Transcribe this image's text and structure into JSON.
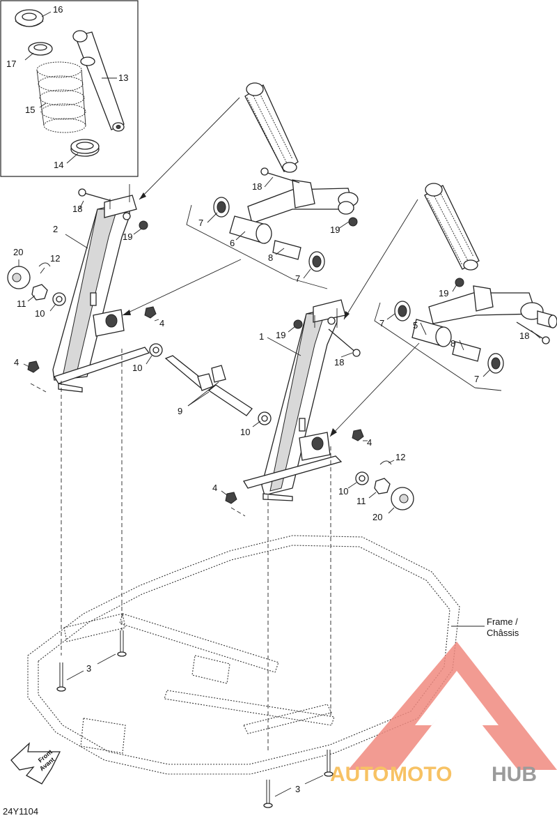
{
  "diagram_code": "24Y1104",
  "frame_label_line1": "Frame /",
  "frame_label_line2": "Châssis",
  "front_label_line1": "Front",
  "front_label_line2": "Avant",
  "watermark": {
    "brand_part1": "AUTO",
    "brand_part2": "MOTO",
    "brand_part3": "HUB",
    "colors": {
      "red": "#f08a80",
      "orange": "#f6b84a",
      "gray": "#8a8a8a"
    }
  },
  "callouts": {
    "c16": "16",
    "c17": "17",
    "c15": "15",
    "c13": "13",
    "c14": "14",
    "c18a": "18",
    "c18b": "18",
    "c18c": "18",
    "c18d": "18",
    "c19a": "19",
    "c19b": "19",
    "c19c": "19",
    "c19d": "19",
    "c7a": "7",
    "c7b": "7",
    "c7c": "7",
    "c7d": "7",
    "c6": "6",
    "c8a": "8",
    "c8b": "8",
    "c5": "5",
    "c2": "2",
    "c1": "1",
    "c20a": "20",
    "c20b": "20",
    "c12a": "12",
    "c12b": "12",
    "c11a": "11",
    "c11b": "11",
    "c10a": "10",
    "c10b": "10",
    "c10c": "10",
    "c10d": "10",
    "c4a": "4",
    "c4b": "4",
    "c4c": "4",
    "c4d": "4",
    "c9": "9",
    "c3a": "3",
    "c3b": "3"
  }
}
